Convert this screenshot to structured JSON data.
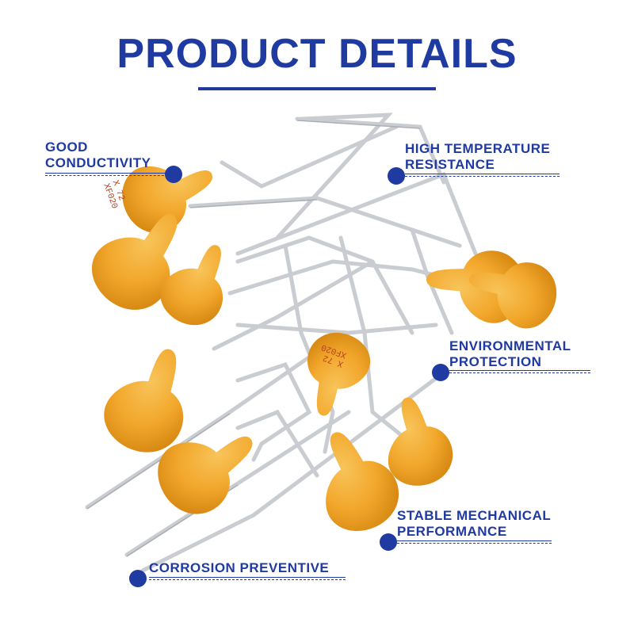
{
  "title": "PRODUCT DETAILS",
  "colors": {
    "accent": "#1f3aa0",
    "capacitor": "#f2a72b",
    "lead": "#c9ccd0"
  },
  "features": [
    {
      "line1": "GOOD",
      "line2": "CONDUCTIVITY"
    },
    {
      "line1": "HIGH TEMPERATURE",
      "line2": "RESISTANCE"
    },
    {
      "line1": "ENVIRONMENTAL",
      "line2": "PROTECTION"
    },
    {
      "line1": "STABLE MECHANICAL",
      "line2": "PERFORMANCE"
    },
    {
      "line1": "CORROSION PREVENTIVE"
    }
  ],
  "component_marking": {
    "line1": "X 72",
    "line2": "XF020"
  }
}
